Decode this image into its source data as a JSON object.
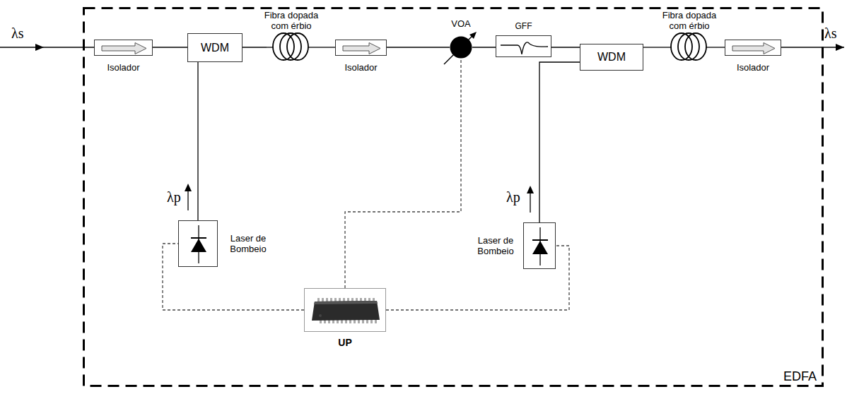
{
  "diagram": {
    "nodes": [
      {
        "text": [
          "EDFA"
        ]
      },
      {
        "text": [
          "Isolador"
        ],
        "in": 0
      },
      {
        "text": [
          "WDM"
        ],
        "in": 0
      },
      {
        "text": [
          "Fibra dopada com érbio"
        ],
        "in": 0
      },
      {
        "text": [
          "Isolador"
        ],
        "in": 0
      },
      {
        "text": [
          "VOA"
        ],
        "in": 0
      },
      {
        "text": [
          "GFF"
        ],
        "in": 0
      },
      {
        "text": [
          "WDM"
        ],
        "in": 0
      },
      {
        "text": [
          "Fibra dopada com érbio"
        ],
        "in": 0
      },
      {
        "text": [
          "Isolador"
        ],
        "in": 0
      },
      {
        "text": [
          "Laser de Bombeio"
        ],
        "in": 0
      },
      {
        "text": [
          "Laser de Bombeio"
        ],
        "in": 0
      },
      {
        "text": [
          "UP"
        ],
        "in": 0
      }
    ],
    "edges": [
      {
        "from": 1,
        "to": 2,
        "arrow": "none"
      },
      {
        "from": 2,
        "to": 3,
        "arrow": "none"
      },
      {
        "from": 3,
        "to": 4,
        "arrow": "none"
      },
      {
        "from": 4,
        "to": 5,
        "arrow": "none"
      },
      {
        "from": 5,
        "to": 6,
        "arrow": "none"
      },
      {
        "from": 6,
        "to": 7,
        "arrow": "none"
      },
      {
        "from": 7,
        "to": 8,
        "arrow": "none"
      },
      {
        "from": 8,
        "to": 9,
        "arrow": "none"
      },
      {
        "from": 10,
        "to": 2,
        "arrow": "none"
      },
      {
        "from": 11,
        "to": 7,
        "arrow": "none"
      },
      {
        "from": 12,
        "to": 10,
        "arrow": "none"
      },
      {
        "from": 12,
        "to": 5,
        "arrow": "none"
      },
      {
        "from": 12,
        "to": 11,
        "arrow": "none"
      }
    ],
    "labels": [
      "λs",
      "λs",
      "λp",
      "λp"
    ]
  }
}
